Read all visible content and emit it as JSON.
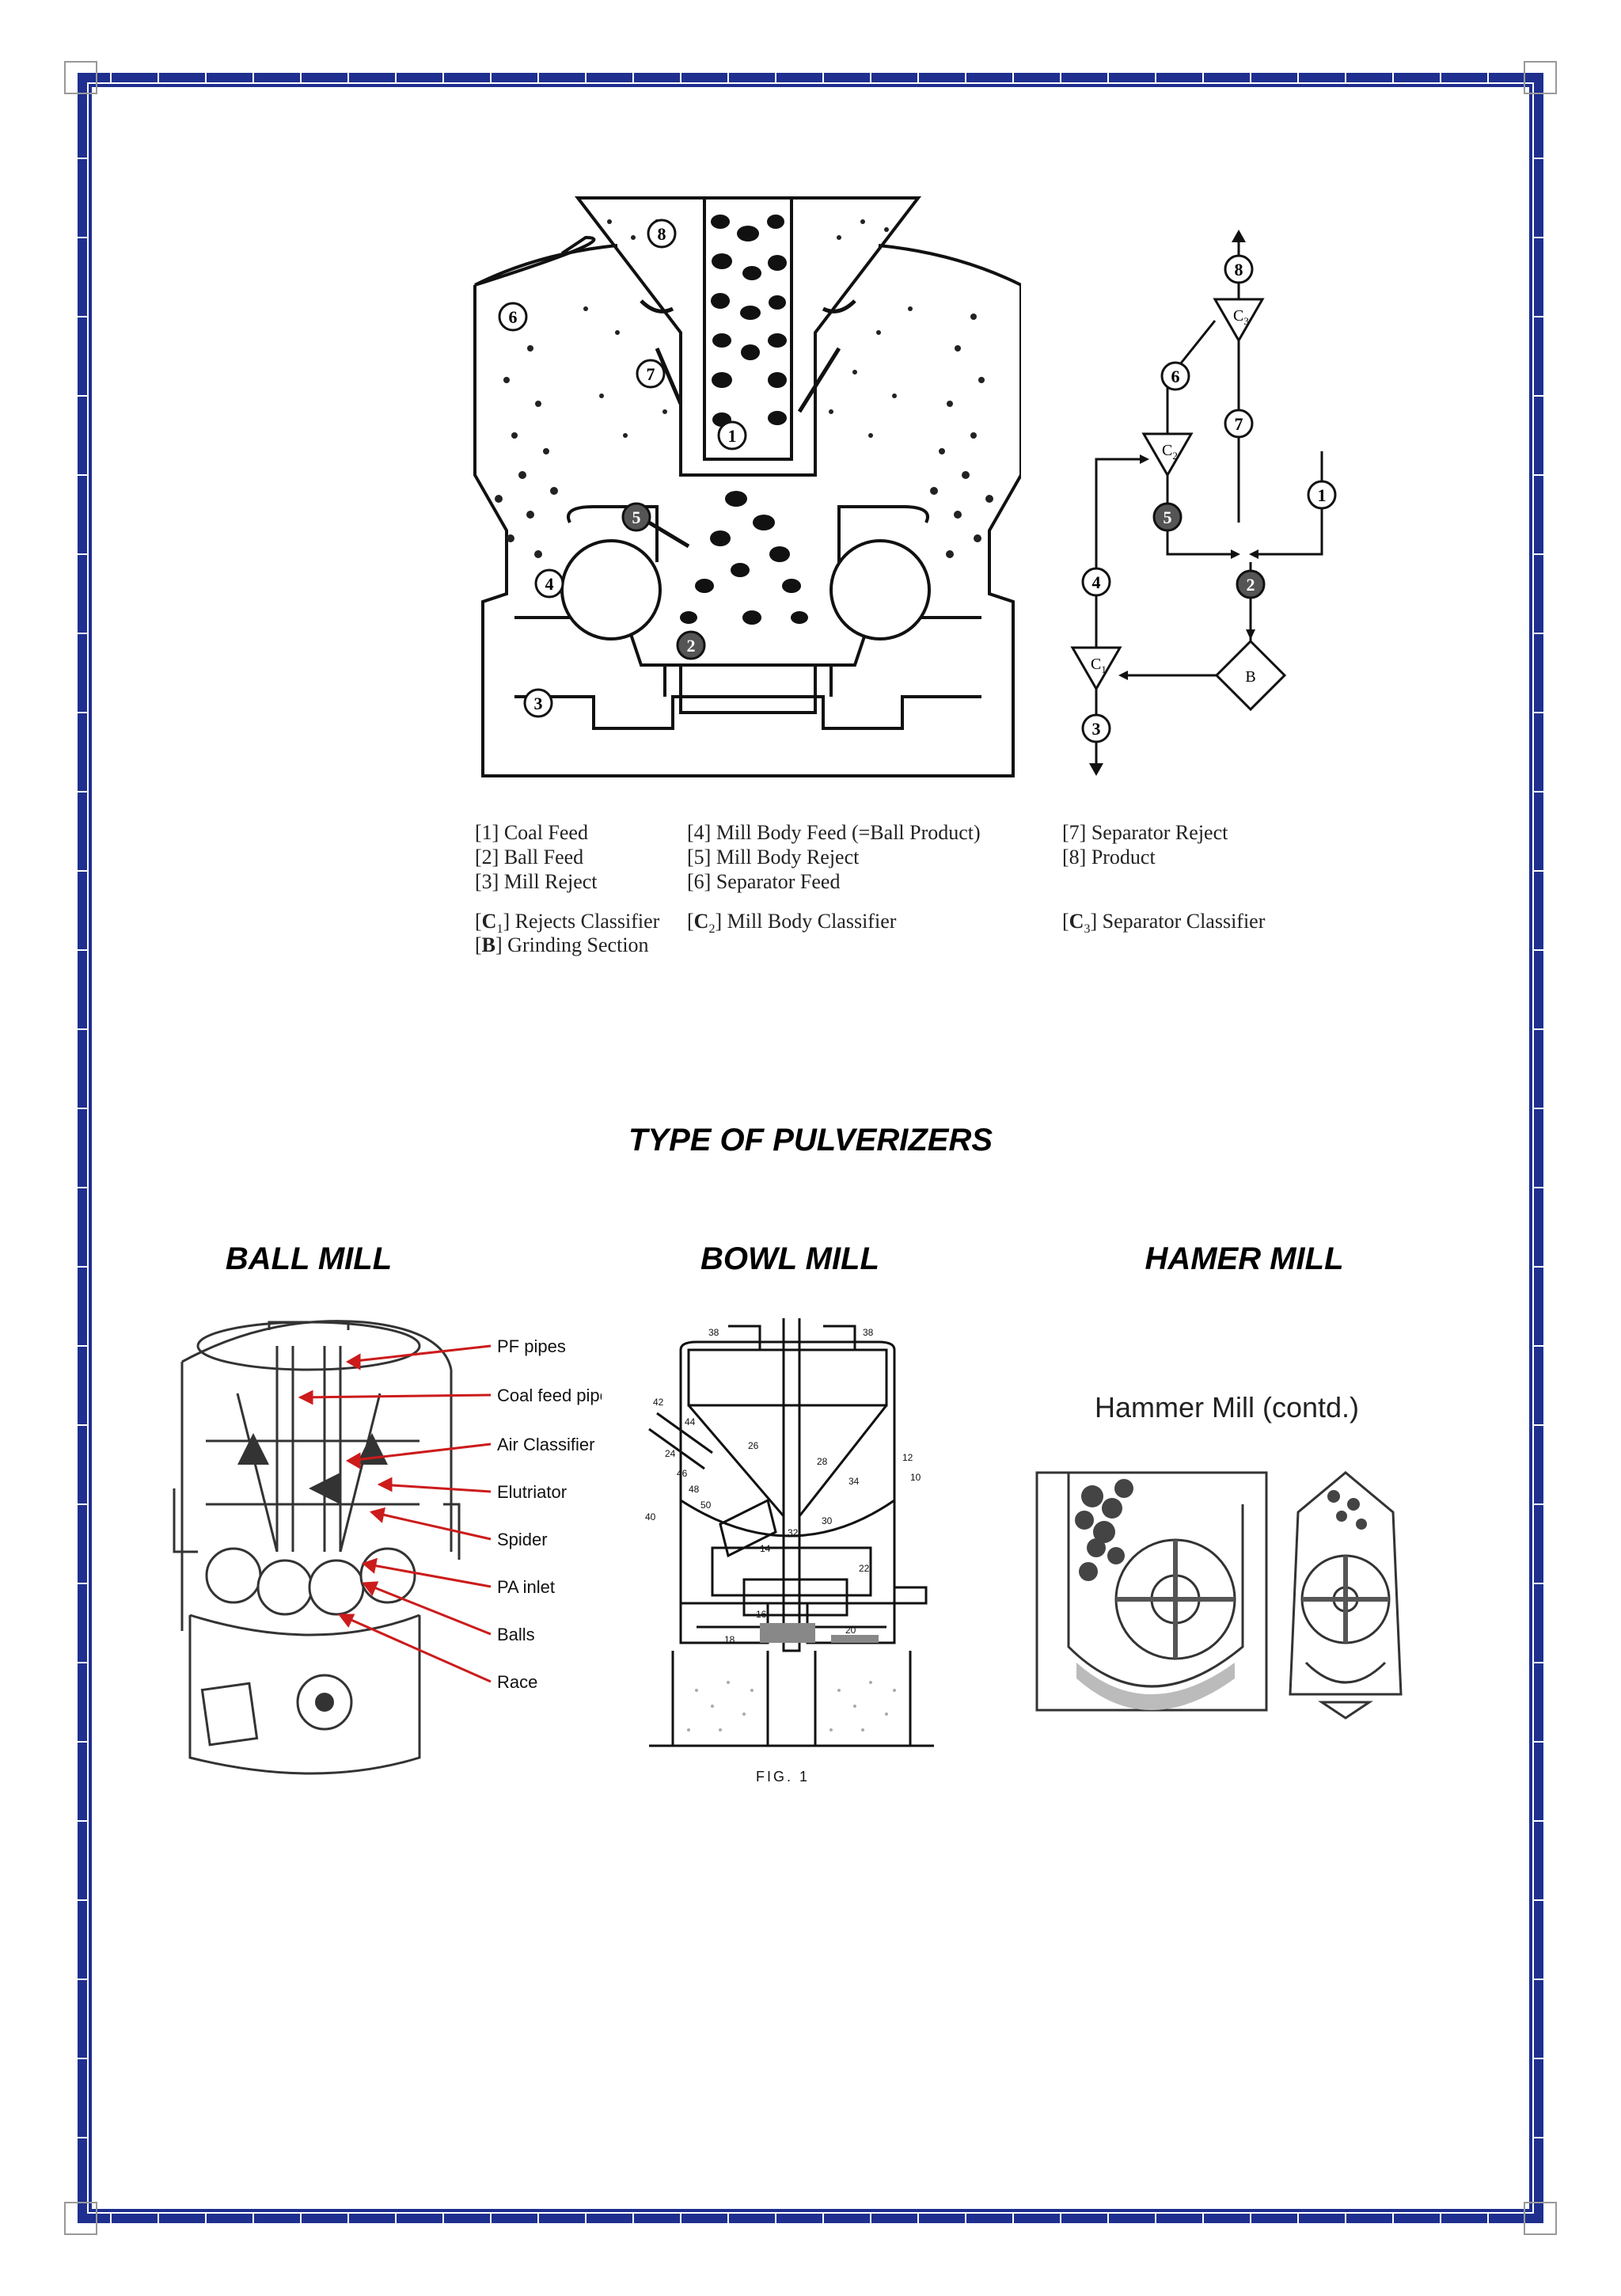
{
  "figure_1": {
    "circuit_nodes": {
      "c1": "C",
      "c1_sub": "1",
      "c2": "C",
      "c2_sub": "2",
      "c3": "C",
      "c3_sub": "3",
      "b": "B"
    },
    "stream_numbers": [
      "1",
      "2",
      "3",
      "4",
      "5",
      "6",
      "7",
      "8"
    ],
    "legend": {
      "col1": [
        "[1] Coal Feed",
        "[2] Ball Feed",
        "[3] Mill Reject"
      ],
      "col2": [
        "[4] Mill Body Feed (=Ball Product)",
        "[5] Mill Body Reject",
        "[6] Separator Feed"
      ],
      "col3": [
        "[7] Separator Reject",
        "[8] Product"
      ],
      "classifiers": {
        "c1": "] Rejects Classifier",
        "c2": "] Mill Body Classifier",
        "c3": "] Separator Classifier",
        "b": "] Grinding Section"
      }
    }
  },
  "section_title": "TYPE OF PULVERIZERS",
  "mills": {
    "ball_mill": {
      "title": "BALL MILL",
      "labels": [
        "PF pipes",
        "Coal feed pipe",
        "Air Classifier",
        "Elutriator",
        "Spider",
        "PA inlet",
        "Balls",
        "Race"
      ]
    },
    "bowl_mill": {
      "title": "BOWL MILL",
      "caption": "FIG. 1",
      "part_numbers": [
        "38",
        "38",
        "42",
        "44",
        "26",
        "28",
        "12",
        "10",
        "34",
        "24",
        "46",
        "48",
        "50",
        "40",
        "32",
        "30",
        "14",
        "16",
        "18",
        "20",
        "22"
      ]
    },
    "hammer_mill": {
      "title": "HAMER MILL",
      "heading": "Hammer Mill (contd.)"
    }
  },
  "colors": {
    "border_blue": "#1f2f8f",
    "arrow_red": "#cc1b1b",
    "dark_node": "#555555"
  }
}
